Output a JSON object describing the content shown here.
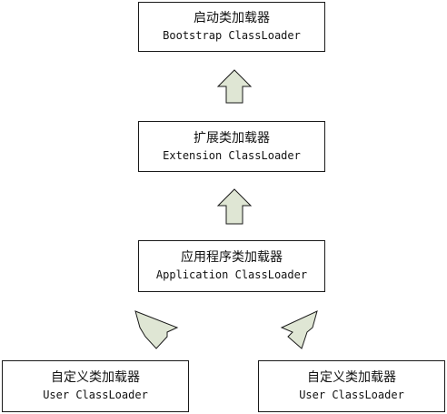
{
  "colors": {
    "arrow_fill": "#dfe6d4",
    "arrow_stroke": "#1a1a1a",
    "box_border": "#1a1a1a"
  },
  "nodes": {
    "bootstrap": {
      "title": "启动类加载器",
      "subtitle": "Bootstrap ClassLoader"
    },
    "extension": {
      "title": "扩展类加载器",
      "subtitle": "Extension ClassLoader"
    },
    "application": {
      "title": "应用程序类加载器",
      "subtitle": "Application ClassLoader"
    },
    "user_left": {
      "title": "自定义类加载器",
      "subtitle": "User ClassLoader"
    },
    "user_right": {
      "title": "自定义类加载器",
      "subtitle": "User ClassLoader"
    }
  }
}
